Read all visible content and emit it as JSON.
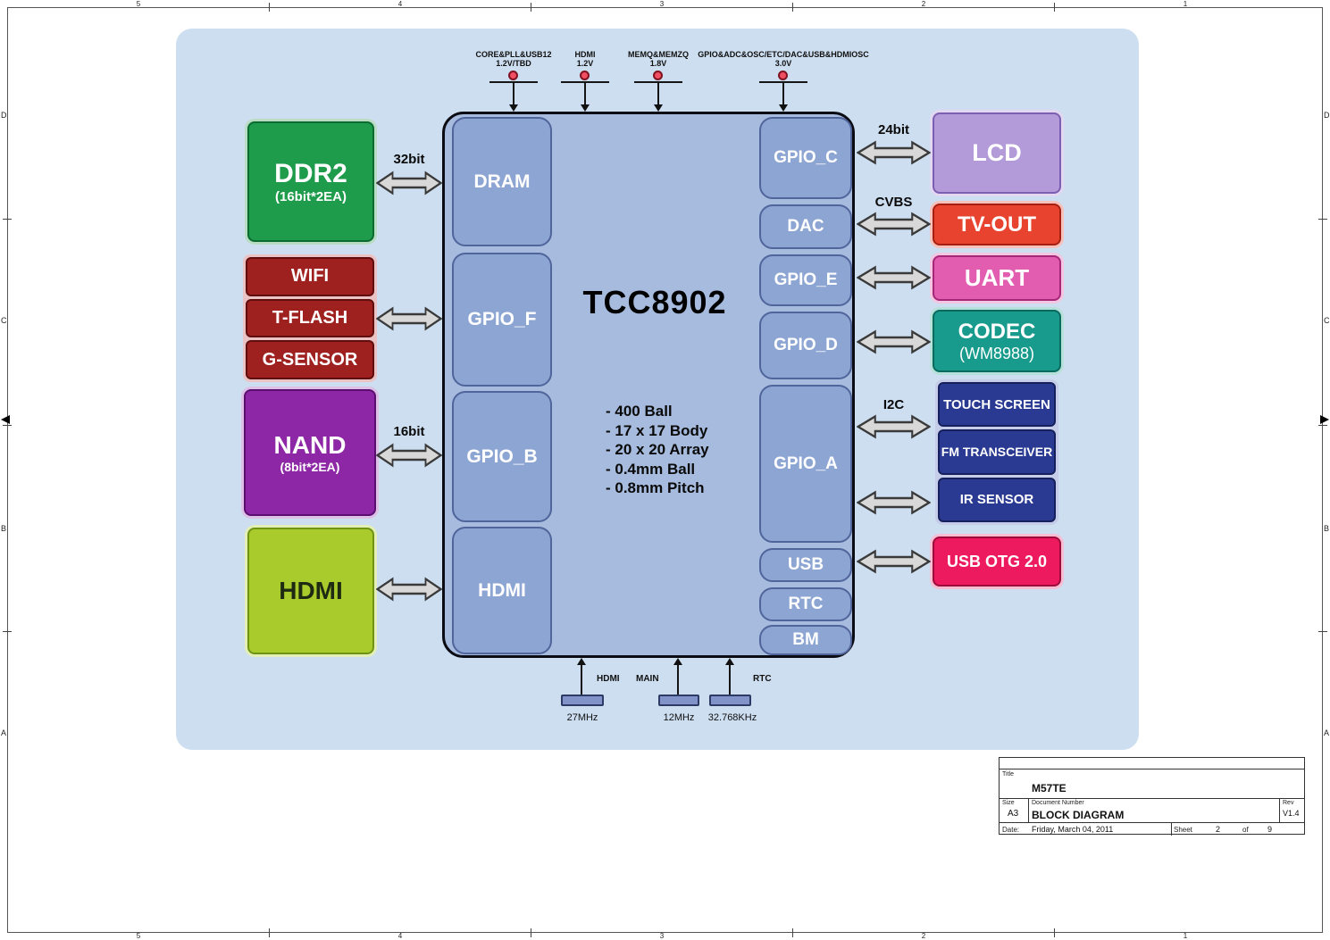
{
  "palette": {
    "canvas": "#cddef0",
    "chip_body": "#a6bbdd",
    "chip_port": "#8da5d2",
    "ddr2": "#1e9b4b",
    "storage_group": "#9e2120",
    "nand": "#8e27a6",
    "hdmi_block": "#a9cc2c",
    "lcd": "#b29bd8",
    "tvout": "#e8432f",
    "uart": "#e25cb0",
    "codec": "#189b8c",
    "io_group": "#2a3a92",
    "usb_otg": "#ee1a60",
    "bus_arrow": "#d8d8d8",
    "power_node": "#f04e62",
    "crystal": "#8193c9"
  },
  "frame": {
    "top_ruler": [
      "5",
      "4",
      "3",
      "2",
      "1"
    ],
    "bottom_ruler": [
      "5",
      "4",
      "3",
      "2",
      "1"
    ],
    "left_ruler": [
      "D",
      "C",
      "B",
      "A"
    ],
    "right_ruler": [
      "D",
      "C",
      "B",
      "A"
    ]
  },
  "chip": {
    "name": "TCC8902",
    "specs": [
      "- 400 Ball",
      "- 17 x 17 Body",
      "- 20 x 20 Array",
      "- 0.4mm Ball",
      "- 0.8mm Pitch"
    ],
    "left_ports": [
      "DRAM",
      "GPIO_F",
      "GPIO_B",
      "HDMI"
    ],
    "right_ports": [
      "GPIO_C",
      "DAC",
      "GPIO_E",
      "GPIO_D",
      "GPIO_A",
      "USB",
      "RTC",
      "BM"
    ]
  },
  "peripherals": {
    "ddr2": {
      "title": "DDR2",
      "subtitle": "(16bit*2EA)"
    },
    "storage_group": [
      "WIFI",
      "T-FLASH",
      "G-SENSOR"
    ],
    "nand": {
      "title": "NAND",
      "subtitle": "(8bit*2EA)"
    },
    "hdmi": "HDMI",
    "lcd": "LCD",
    "tvout": "TV-OUT",
    "uart": "UART",
    "codec": {
      "title": "CODEC",
      "subtitle": "(WM8988)"
    },
    "io_group": [
      "TOUCH SCREEN",
      "FM TRANSCEIVER",
      "IR SENSOR"
    ],
    "usb_otg": "USB OTG 2.0"
  },
  "buses": {
    "ddr2": "32bit",
    "nand": "16bit",
    "lcd": "24bit",
    "tvout": "CVBS",
    "touch": "I2C"
  },
  "power_rails": [
    {
      "name": "CORE&PLL&USB12",
      "voltage": "1.2V/TBD"
    },
    {
      "name": "HDMI",
      "voltage": "1.2V"
    },
    {
      "name": "MEMQ&MEMZQ",
      "voltage": "1.8V"
    },
    {
      "name": "GPIO&ADC&OSC/ETC/DAC&USB&HDMIOSC",
      "voltage": "3.0V"
    }
  ],
  "clocks": [
    {
      "freq": "27MHz",
      "port": "HDMI"
    },
    {
      "freq": "12MHz",
      "port": "MAIN"
    },
    {
      "freq": "32.768KHz",
      "port": "RTC"
    }
  ],
  "title_block": {
    "title_label": "Title",
    "title": "M57TE",
    "size_label": "Size",
    "size": "A3",
    "doc_label": "Document Number",
    "doc": "BLOCK DIAGRAM",
    "rev_label": "Rev",
    "rev": "V1.4",
    "date_label": "Date:",
    "date": "Friday, March 04, 2011",
    "sheet_label": "Sheet",
    "sheet": "2",
    "of_label": "of",
    "total": "9"
  }
}
